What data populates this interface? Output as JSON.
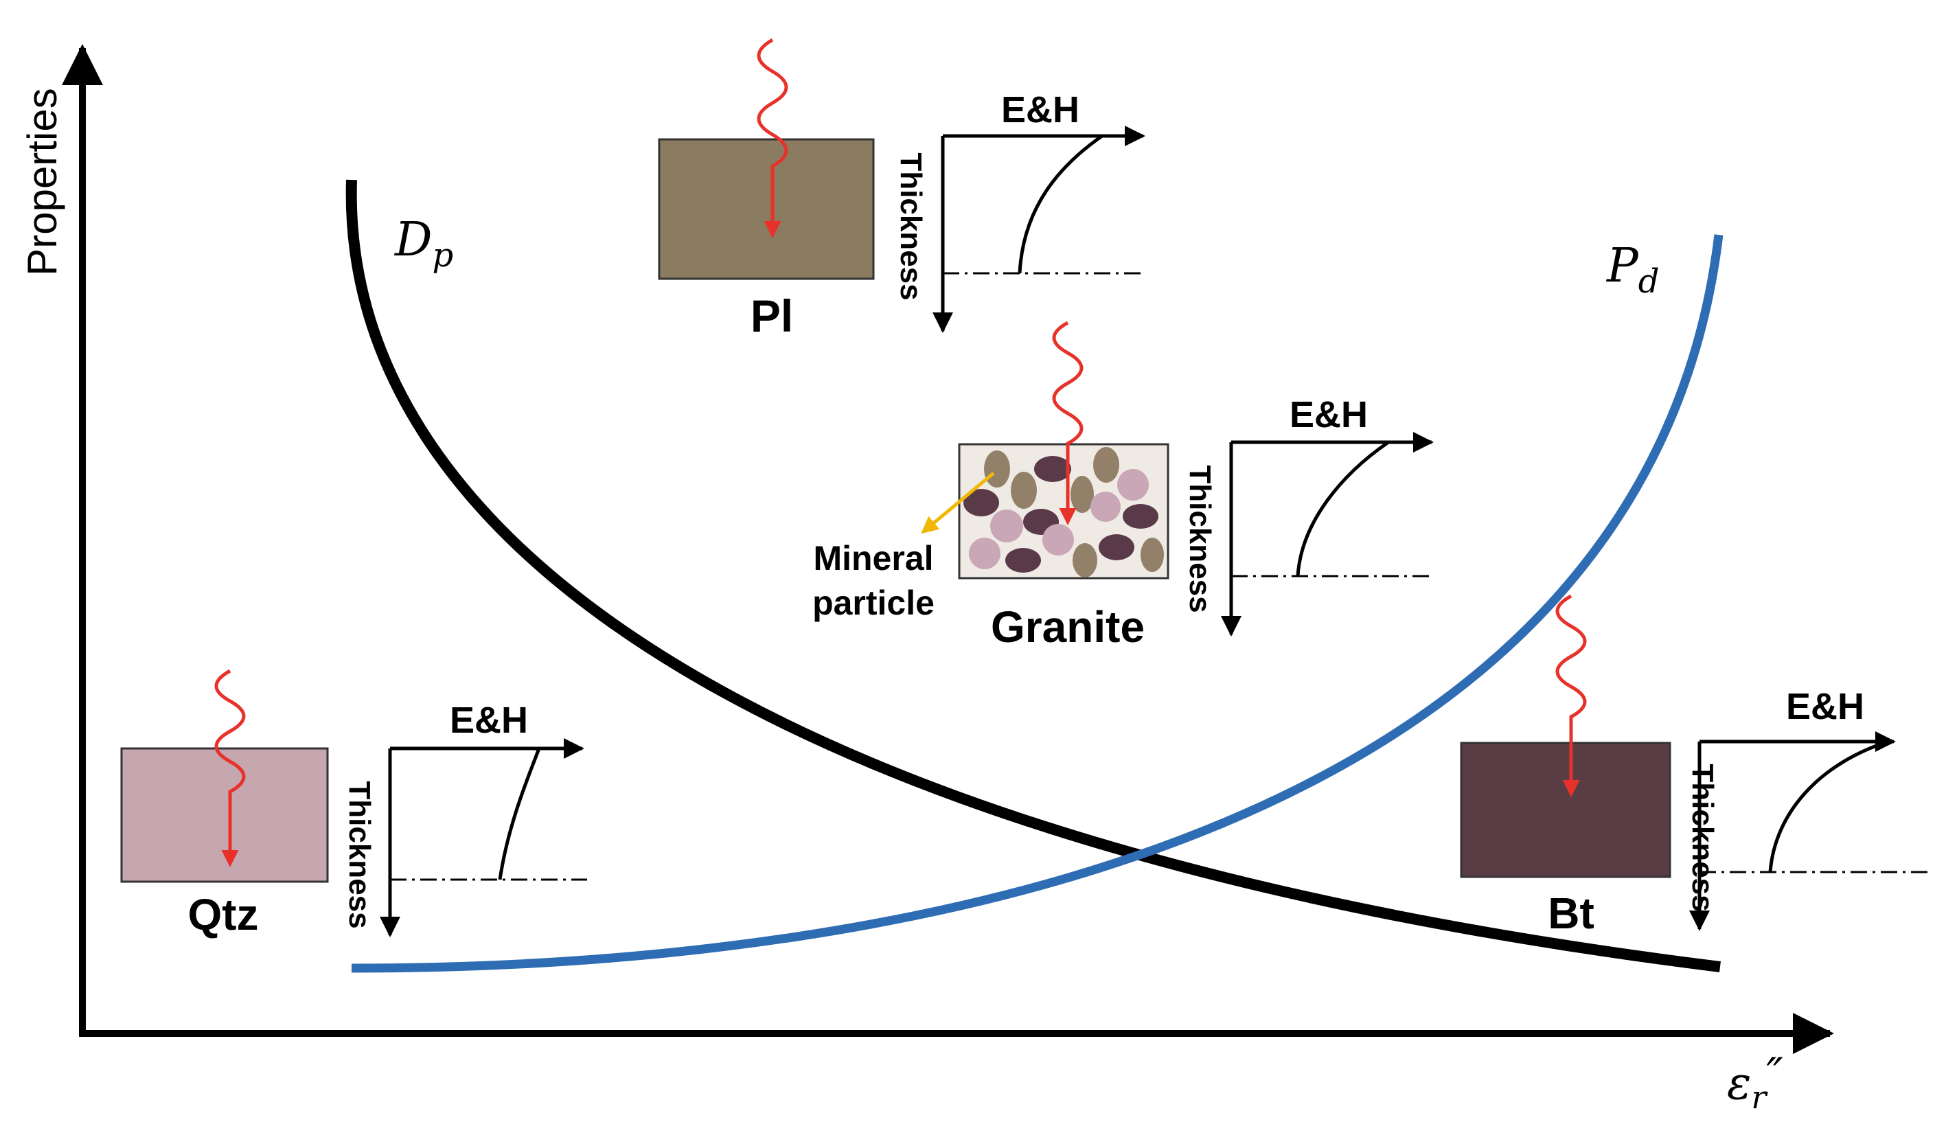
{
  "axes": {
    "y_label": "Properties",
    "x_label_base": "ε",
    "x_label_sub": "r",
    "x_label_prime": "″"
  },
  "curves": {
    "dp": {
      "base": "D",
      "sub": "p",
      "color": "#000000"
    },
    "pd": {
      "base": "P",
      "sub": "d",
      "color": "#2e6db4"
    }
  },
  "panel_axis_labels": {
    "horizontal": "E&H",
    "vertical": "Thickness"
  },
  "minerals": {
    "pl": {
      "label": "Pl",
      "color": "#8b7b60"
    },
    "granite": {
      "label": "Granite",
      "color": "#efebe4"
    },
    "qtz": {
      "label": "Qtz",
      "color": "#c6a7b0"
    },
    "bt": {
      "label": "Bt",
      "color": "#5a3d44"
    }
  },
  "callout": {
    "line1": "Mineral",
    "line2": "particle"
  },
  "colors": {
    "wave": "#e8312a",
    "callout_arrow": "#f2b705",
    "particle_dark": "#5a3a48",
    "particle_tan": "#928068",
    "particle_pink": "#c9a7b7"
  }
}
